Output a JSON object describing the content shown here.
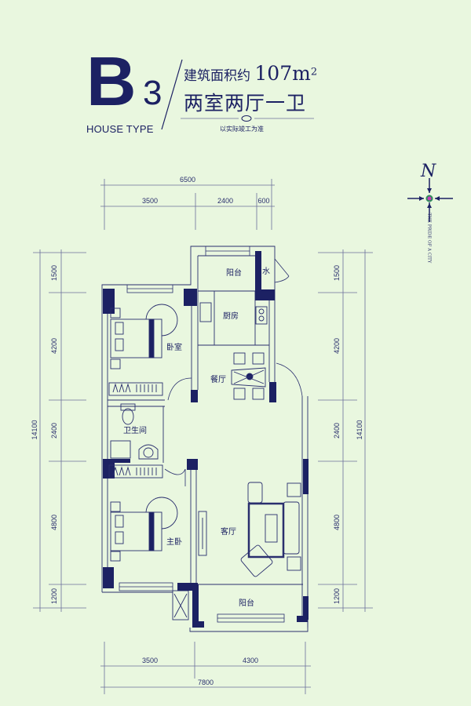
{
  "header": {
    "type_letter": "B",
    "type_number": "3",
    "type_label": "HOUSE TYPE",
    "area_prefix": "建筑面积约",
    "area_value": "107m",
    "area_unit_sup": "2",
    "layout": "两室两厅一卫",
    "note": "以实际竣工为准"
  },
  "compass": {
    "north_label": "N",
    "motto": "THE PRIDE OF A CITY"
  },
  "rooms": {
    "balcony_north": "阳台",
    "water": "水",
    "kitchen": "厨房",
    "bedroom": "卧室",
    "dining": "餐厅",
    "bathroom": "卫生间",
    "master_bedroom": "主卧",
    "living": "客厅",
    "balcony_south": "阳台"
  },
  "dimensions": {
    "top_total": "6500",
    "top": [
      "3500",
      "2400",
      "600"
    ],
    "bottom": [
      "3500",
      "4300"
    ],
    "bottom_total": "7800",
    "left_total": "14100",
    "left": [
      "1500",
      "4200",
      "2400",
      "4800",
      "1200"
    ],
    "right_total": "14100",
    "right": [
      "1500",
      "4200",
      "2400",
      "4800",
      "1200"
    ]
  },
  "colors": {
    "background": "#e9f7df",
    "ink": "#1c2163",
    "dim_line": "#6b6f9a"
  }
}
